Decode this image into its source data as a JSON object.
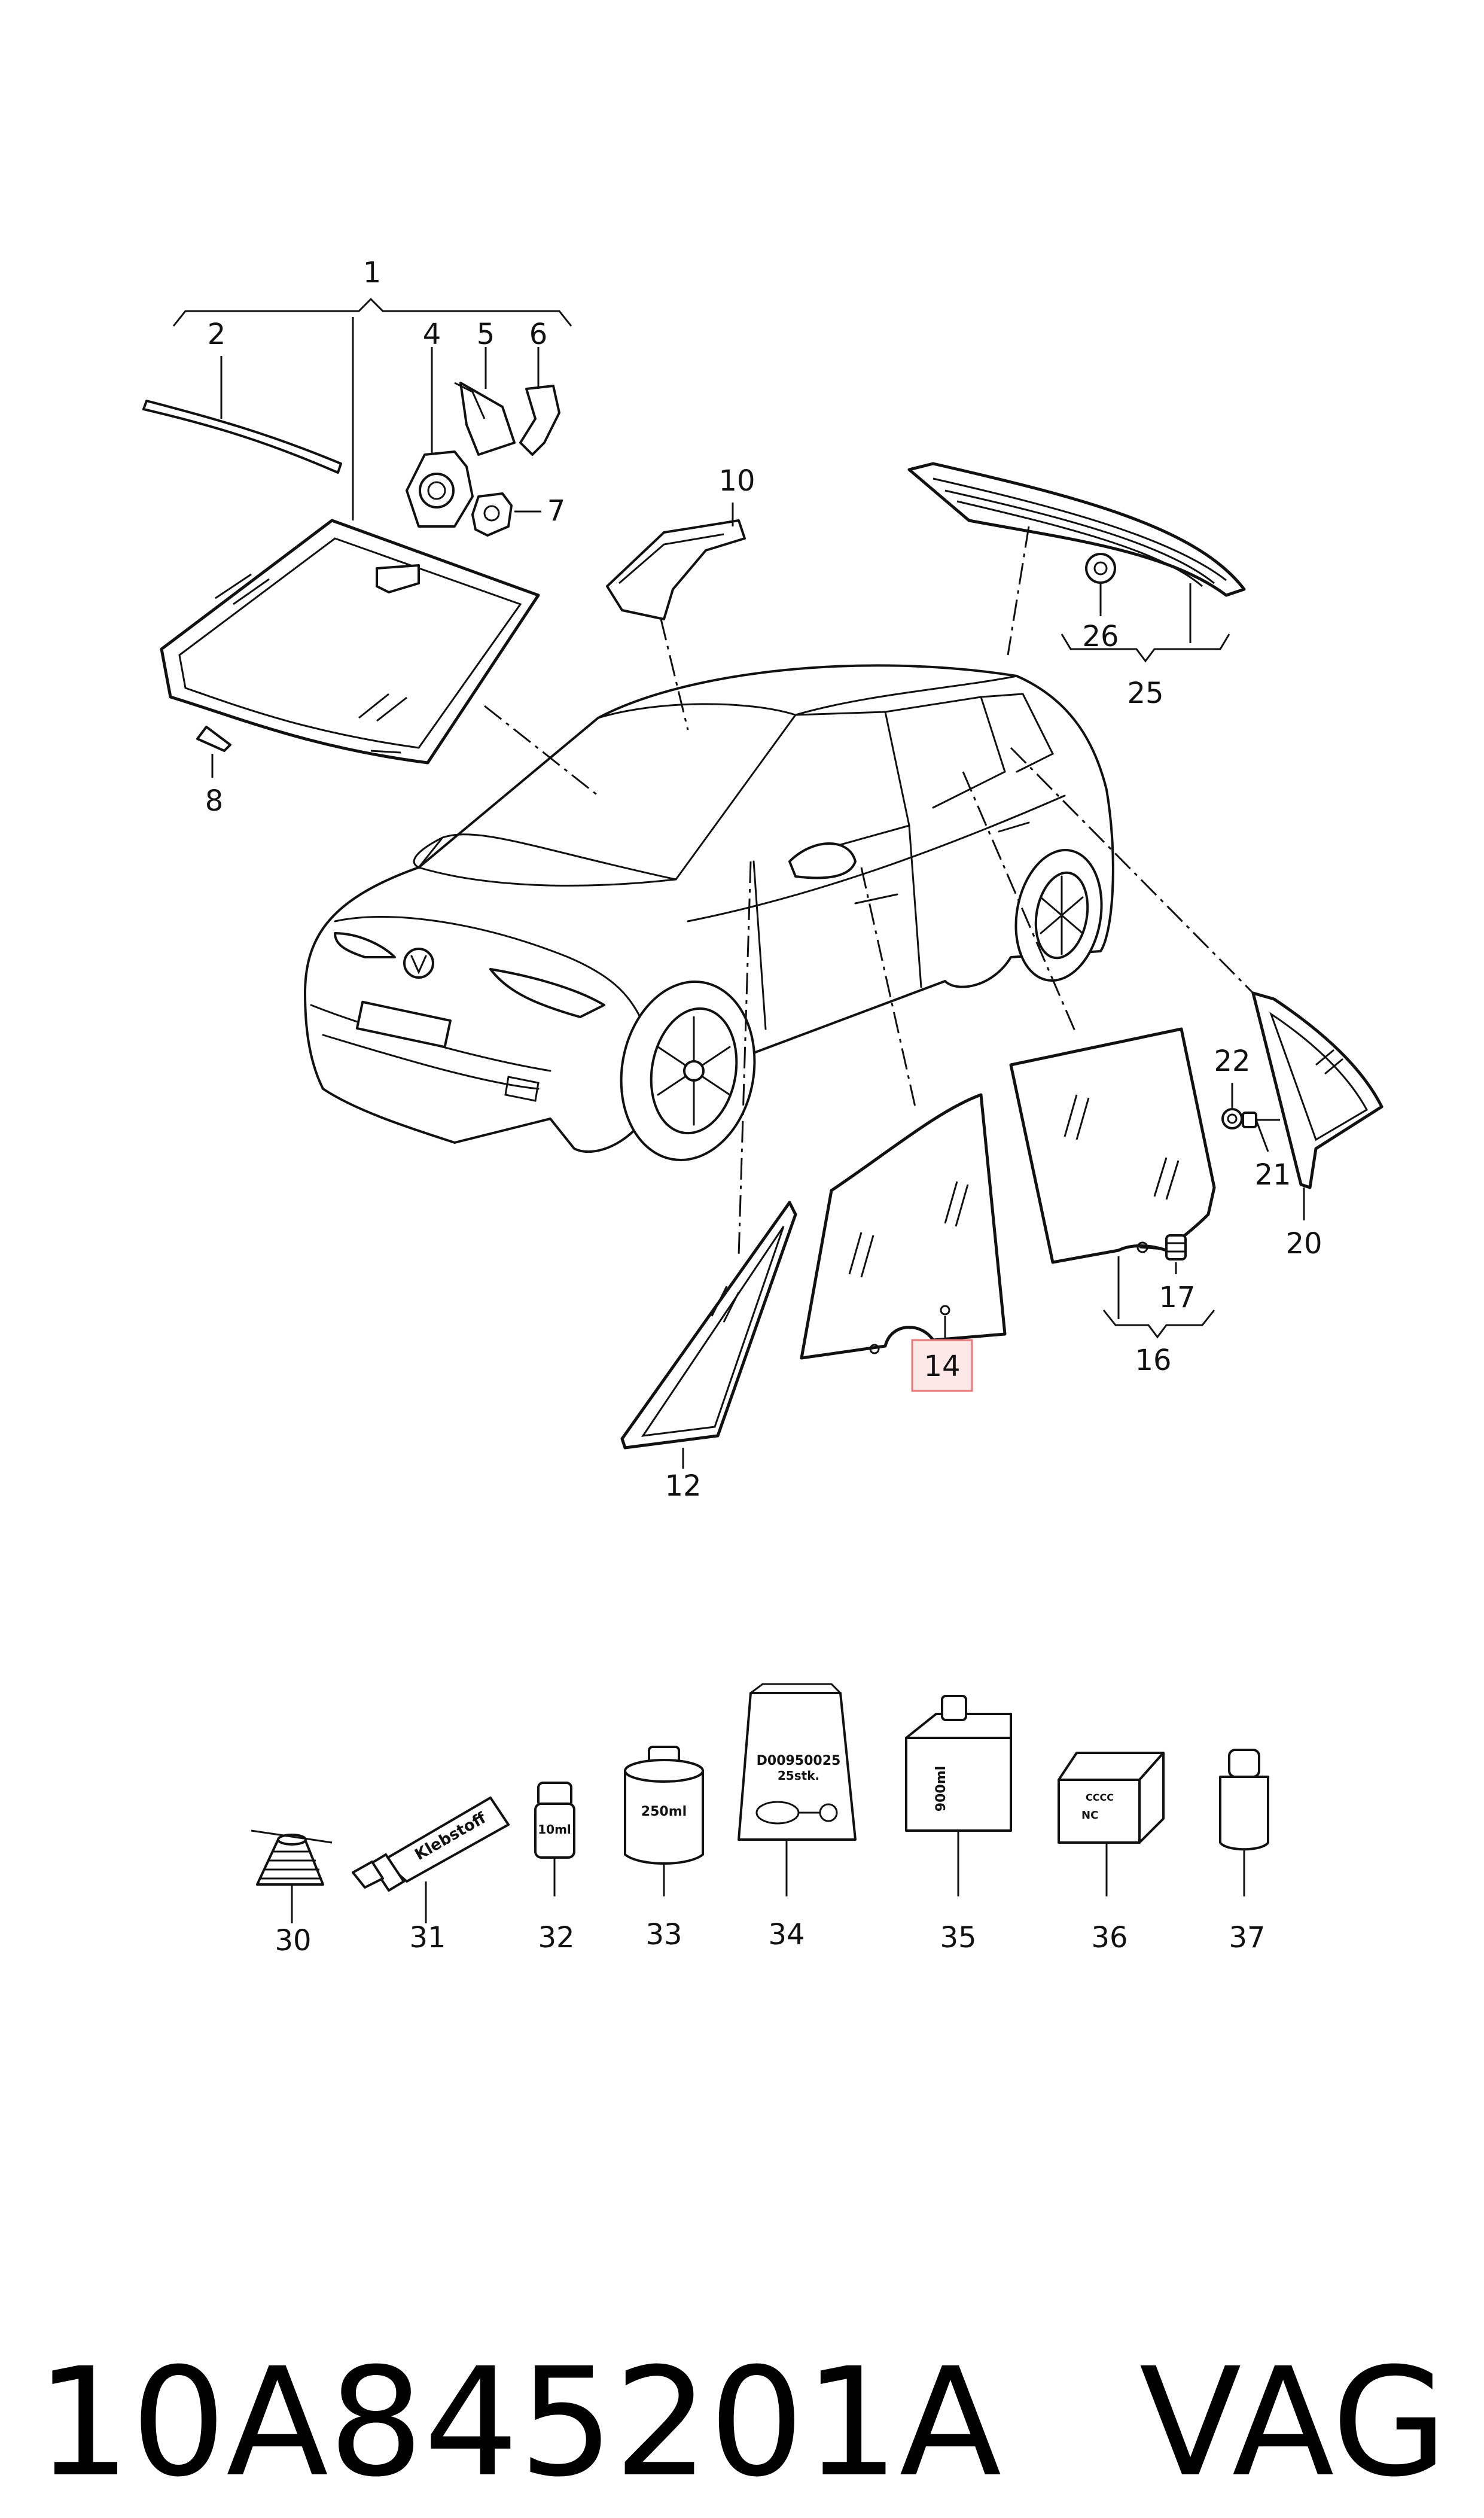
{
  "diagram": {
    "callouts": {
      "c1": "1",
      "c2": "2",
      "c4": "4",
      "c5": "5",
      "c6": "6",
      "c7": "7",
      "c8": "8",
      "c10": "10",
      "c12": "12",
      "c14": "14",
      "c16": "16",
      "c17": "17",
      "c20": "20",
      "c21": "21",
      "c22": "22",
      "c25": "25",
      "c26": "26",
      "c30": "30",
      "c31": "31",
      "c32": "32",
      "c33": "33",
      "c34": "34",
      "c35": "35",
      "c36": "36",
      "c37": "37"
    },
    "highlighted_callout": "14",
    "highlight_color": "#e87878",
    "highlight_fill": "#fde8e8",
    "product_labels": {
      "tube": "Klebstoff",
      "vial_small": "10ml",
      "can": "250ml",
      "bag_line1": "D00950025",
      "bag_line2": "25stk.",
      "bottle_box": "900ml",
      "box_line1": "CCCC",
      "box_line2": "NC"
    }
  },
  "footer": {
    "part_number": "10A845201A",
    "brand": "VAG"
  }
}
